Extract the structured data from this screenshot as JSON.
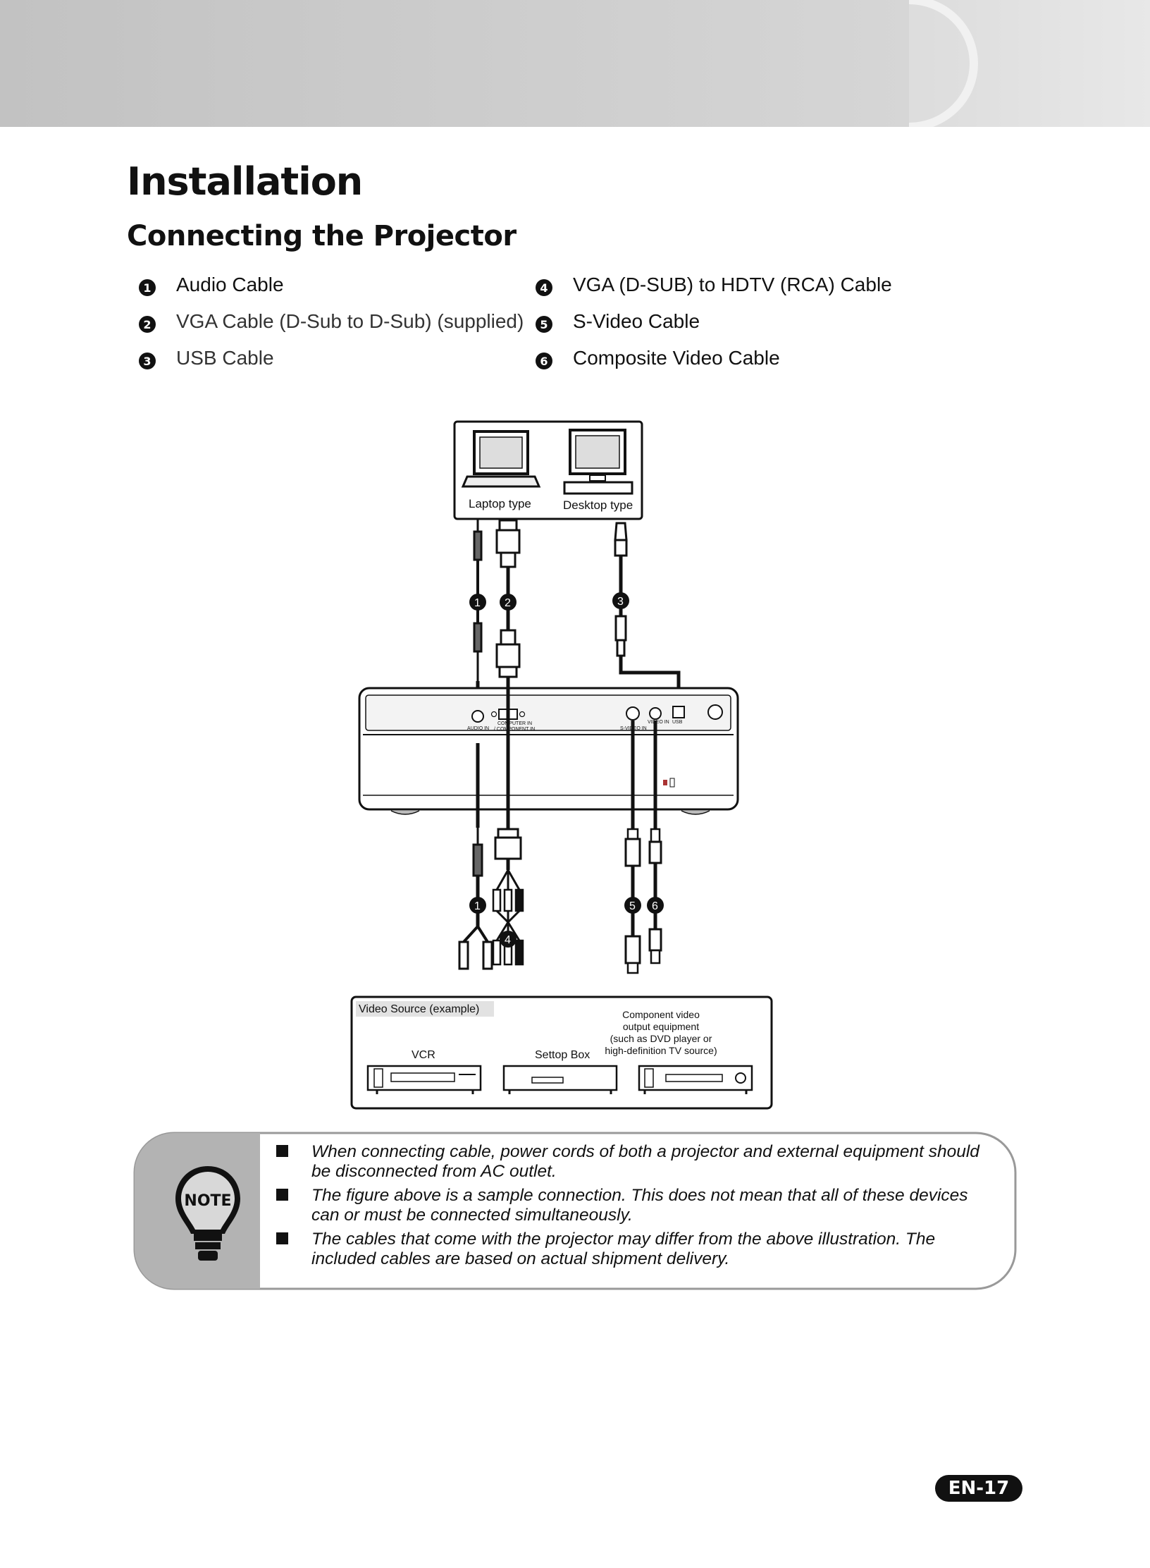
{
  "page": {
    "title": "Installation",
    "subtitle": "Connecting the Projector",
    "page_number": "EN-17"
  },
  "cables": [
    {
      "num": "1",
      "label": "Audio Cable"
    },
    {
      "num": "2",
      "label": "VGA Cable (D-Sub to D-Sub) (supplied)"
    },
    {
      "num": "3",
      "label": "USB Cable"
    },
    {
      "num": "4",
      "label": "VGA (D-SUB) to HDTV (RCA) Cable"
    },
    {
      "num": "5",
      "label": "S-Video Cable"
    },
    {
      "num": "6",
      "label": "Composite Video Cable"
    }
  ],
  "diagram": {
    "laptop_label": "Laptop type",
    "desktop_label": "Desktop type",
    "ports": {
      "audio_in": "AUDIO IN",
      "computer_in_1": "COMPUTER IN",
      "computer_in_2": "/ COMPONENT IN",
      "svideo_in": "S-VIDEO IN",
      "video_in": "VIDEO IN",
      "usb": "USB"
    },
    "source_box_title": "Video Source (example)",
    "vcr_label": "VCR",
    "settop_label": "Settop Box",
    "component_lines": [
      "Component video",
      "output equipment",
      "(such as DVD player or",
      "high-definition TV source)"
    ],
    "markers": {
      "m1": "1",
      "m2": "2",
      "m3": "3",
      "m4": "4",
      "m5": "5",
      "m6": "6"
    }
  },
  "note": {
    "icon_label": "NOTE",
    "items": [
      {
        "line1": "When connecting cable, power cords of both a projector and external equipment should",
        "line2": "be disconnected from AC outlet."
      },
      {
        "line1": "The figure above is a sample connection. This does not mean that all of these devices",
        "line2": "can or must be connected simultaneously."
      },
      {
        "line1": "The cables that come with the projector may differ from the above illustration. The",
        "line2": "included cables are based on actual shipment delivery."
      }
    ]
  },
  "colors": {
    "header_gray": "#c4c4c4",
    "note_panel_gray": "#b3b3b3",
    "ink": "#111111"
  }
}
